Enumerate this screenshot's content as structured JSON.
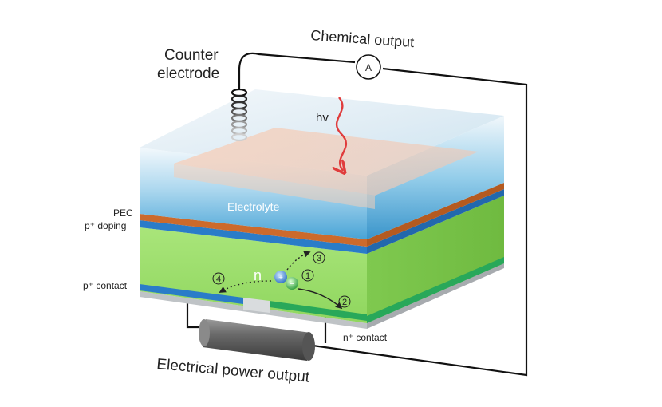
{
  "labels": {
    "counter_electrode_line1": "Counter",
    "counter_electrode_line2": "electrode",
    "chemical_output": "Chemical output",
    "ammeter": "A",
    "photon": "hv",
    "electrolyte": "Electrolyte",
    "pec": "PEC",
    "p_doping": "p⁺ doping",
    "p_contact": "p⁺ contact",
    "n_contact": "n⁺ contact",
    "n_region": "n",
    "electrical_power_output": "Electrical power output",
    "hole_sign": "+",
    "electron_sign": "−"
  },
  "steps": [
    {
      "number": "1"
    },
    {
      "number": "2"
    },
    {
      "number": "3"
    },
    {
      "number": "4"
    }
  ],
  "colors": {
    "silicon_green": "#9cdc6a",
    "electrolyte_blue": "#4fb0dc",
    "photon_red": "#e03c3c",
    "doping_orange": "#cc6a2c",
    "contact_blue": "#2a7cc8",
    "wire": "#111111"
  }
}
